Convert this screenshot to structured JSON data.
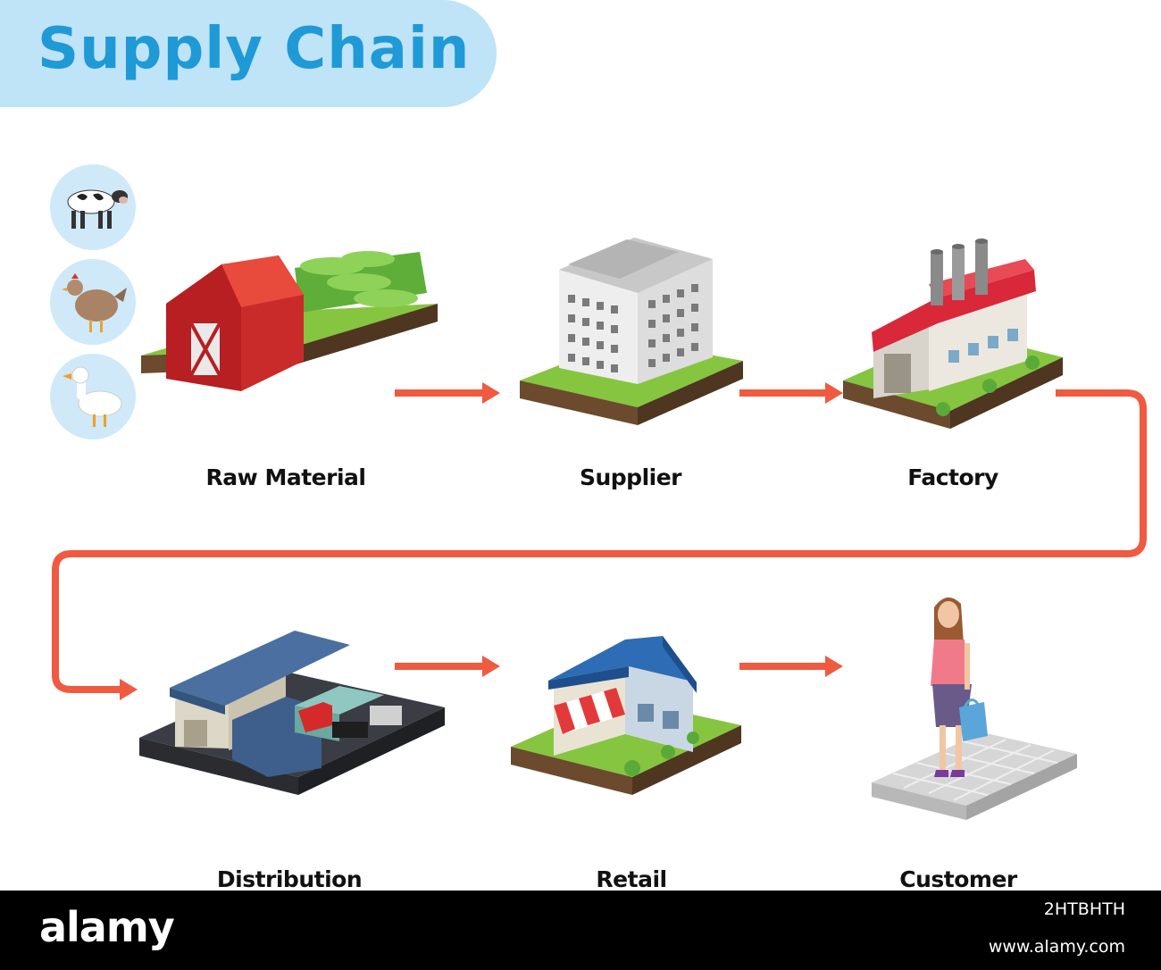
{
  "title": "Supply Chain",
  "stages": [
    {
      "label": "Raw Material"
    },
    {
      "label": "Supplier"
    },
    {
      "label": "Factory"
    },
    {
      "label": "Distribution"
    },
    {
      "label": "Retail"
    },
    {
      "label": "Customer"
    }
  ],
  "animals": [
    {
      "icon": "cow-icon"
    },
    {
      "icon": "chicken-icon"
    },
    {
      "icon": "duck-icon"
    }
  ],
  "colors": {
    "title_bg": "#bfe3f7",
    "title_text": "#1f9ad6",
    "arrow": "#f05a40",
    "grass": "#86c540",
    "soil": "#6b4a2e"
  },
  "footer": {
    "brand": "alamy",
    "image_id": "2HTBHTH",
    "site": "www.alamy.com"
  }
}
